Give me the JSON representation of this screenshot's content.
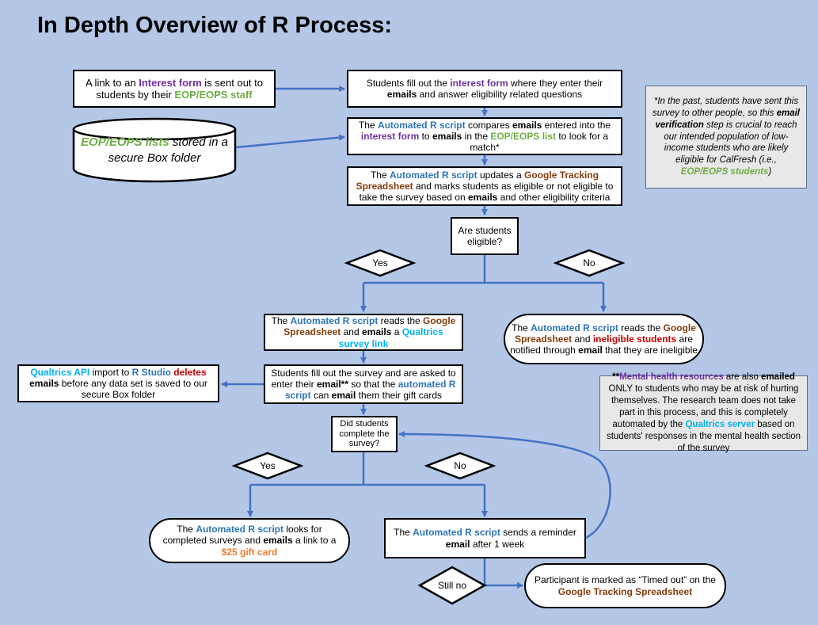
{
  "title": "In Depth Overview of R Process:",
  "box_interest_link": {
    "t1": "A link to an ",
    "t2": "Interest form",
    "t3": " is sent out to students by their ",
    "t4": "EOP/EOPS staff"
  },
  "box_fill_interest": {
    "t1": "Students fill out the ",
    "t2": "interest form",
    "t3": " where they enter their ",
    "t4": "emails",
    "t5": " and answer eligibility related questions"
  },
  "box_compare": {
    "t1": "The ",
    "t2": "Automated R script",
    "t3": " compares ",
    "t4": "emails",
    "t5": " entered into the ",
    "t6": "interest form",
    "t7": " to ",
    "t8": "emails",
    "t9": " in the ",
    "t10": "EOP/EOPS list",
    "t11": " to look for a match*"
  },
  "box_update": {
    "t1": "The ",
    "t2": "Automated R script",
    "t3": " updates a ",
    "t4": "Google Tracking Spreadsheet",
    "t5": " and marks students as eligible or not eligible to take the survey based on ",
    "t6": "emails",
    "t7": " and other eligibility criteria"
  },
  "cylinder": {
    "t1": "EOP/EOPS lists",
    "t2": " stored in a secure Box folder"
  },
  "note_email": {
    "t1": "*In the past, students have sent this survey to other people, so this ",
    "t2": "email verification",
    "t3": " step is crucial to reach our intended population of low-income students who are likely eligible for CalFresh (i.e., ",
    "t4": "EOP/EOPS students",
    "t5": ")"
  },
  "box_eligible": {
    "label": "Are students eligible?"
  },
  "diamond_yes_1": {
    "label": "Yes"
  },
  "diamond_no_1": {
    "label": "No"
  },
  "box_reads": {
    "t1": "The ",
    "t2": "Automated R script",
    "t3": " reads the ",
    "t4": "Google Spreadsheet",
    "t5": " and ",
    "t6": "emails",
    "t7": " a ",
    "t8": "Qualtrics survey link"
  },
  "oval_ineligible": {
    "t1": "The ",
    "t2": "Automated R script",
    "t3": " reads the ",
    "t4": "Google Spreadsheet",
    "t5": " and ",
    "t6": "ineligible students",
    "t7": " are notified through ",
    "t8": "email",
    "t9": " that they are ineligible"
  },
  "box_fill_survey": {
    "t1": "Students fill out the survey and are asked to enter their ",
    "t2": "email**",
    "t3": " so that the ",
    "t4": "automated R script",
    "t5": " can ",
    "t6": "email",
    "t7": " them their gift cards"
  },
  "box_api": {
    "t1": "Qualtrics API",
    "t2": " import to ",
    "t3": "R Studio",
    "t4": " ",
    "t5": "deletes",
    "t6": " ",
    "t7": "emails",
    "t8": " before any data set is saved to our secure Box folder"
  },
  "note_mental": {
    "t1": "**",
    "t2": "Mental health resources",
    "t3": " are also ",
    "t4": "emailed",
    "t5": " ONLY to students who may be at risk of hurting themselves. The research team does not take part in this process, and this is completely automated by the ",
    "t6": "Qualtrics server",
    "t7": " based on students' responses in the mental health section of the survey"
  },
  "box_complete": {
    "label": "Did students complete the survey?"
  },
  "diamond_yes_2": {
    "label": "Yes"
  },
  "diamond_no_2": {
    "label": "No"
  },
  "oval_gift": {
    "t1": "The ",
    "t2": "Automated R script",
    "t3": " looks for completed surveys and ",
    "t4": "emails",
    "t5": " a link to a ",
    "t6": "$25 gift card"
  },
  "box_reminder": {
    "t1": "The ",
    "t2": "Automated R script",
    "t3": " sends a reminder ",
    "t4": "email",
    "t5": " after 1 week"
  },
  "diamond_still": {
    "label": "Still no"
  },
  "oval_timeout": {
    "t1": "Participant is marked as “Timed out” on the ",
    "t2": "Google Tracking Spreadsheet"
  },
  "colors": {
    "background": "#b4c7e7",
    "connector": "#4472c4",
    "blue": "#2e75b6",
    "purple": "#7030a0",
    "green": "#70ad47",
    "brown": "#843c0c",
    "red": "#c00000",
    "cyan": "#00b0f0",
    "orange": "#ed7d31"
  }
}
